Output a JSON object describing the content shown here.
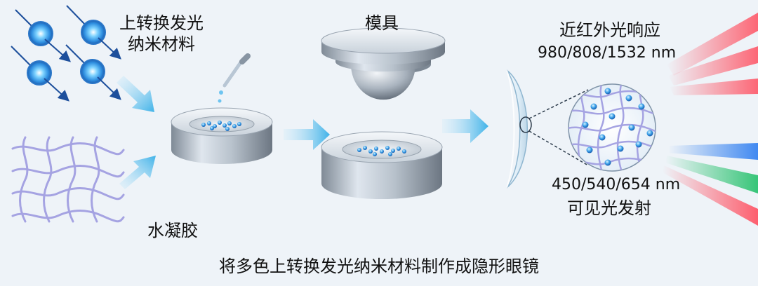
{
  "labels": {
    "upconversion_line1": "上转换发光",
    "upconversion_line2": "纳米材料",
    "mold": "模具",
    "nir_response": "近红外光响应",
    "nir_wavelengths": "980/808/1532 nm",
    "hydrogel": "水凝胶",
    "visible_wavelengths": "450/540/654 nm",
    "visible_emission": "可见光发射",
    "caption": "将多色上转换发光纳米材料制作成隐形眼镜"
  },
  "colors": {
    "background": "#eef3f8",
    "nanoparticle": "#2f8fe0",
    "flow_arrow": "#3fb2e8",
    "mesh": "#a5a3e2",
    "red_beam": "#ff4e5f",
    "blue_beam": "#2d7df0",
    "green_beam": "#23c06a"
  }
}
